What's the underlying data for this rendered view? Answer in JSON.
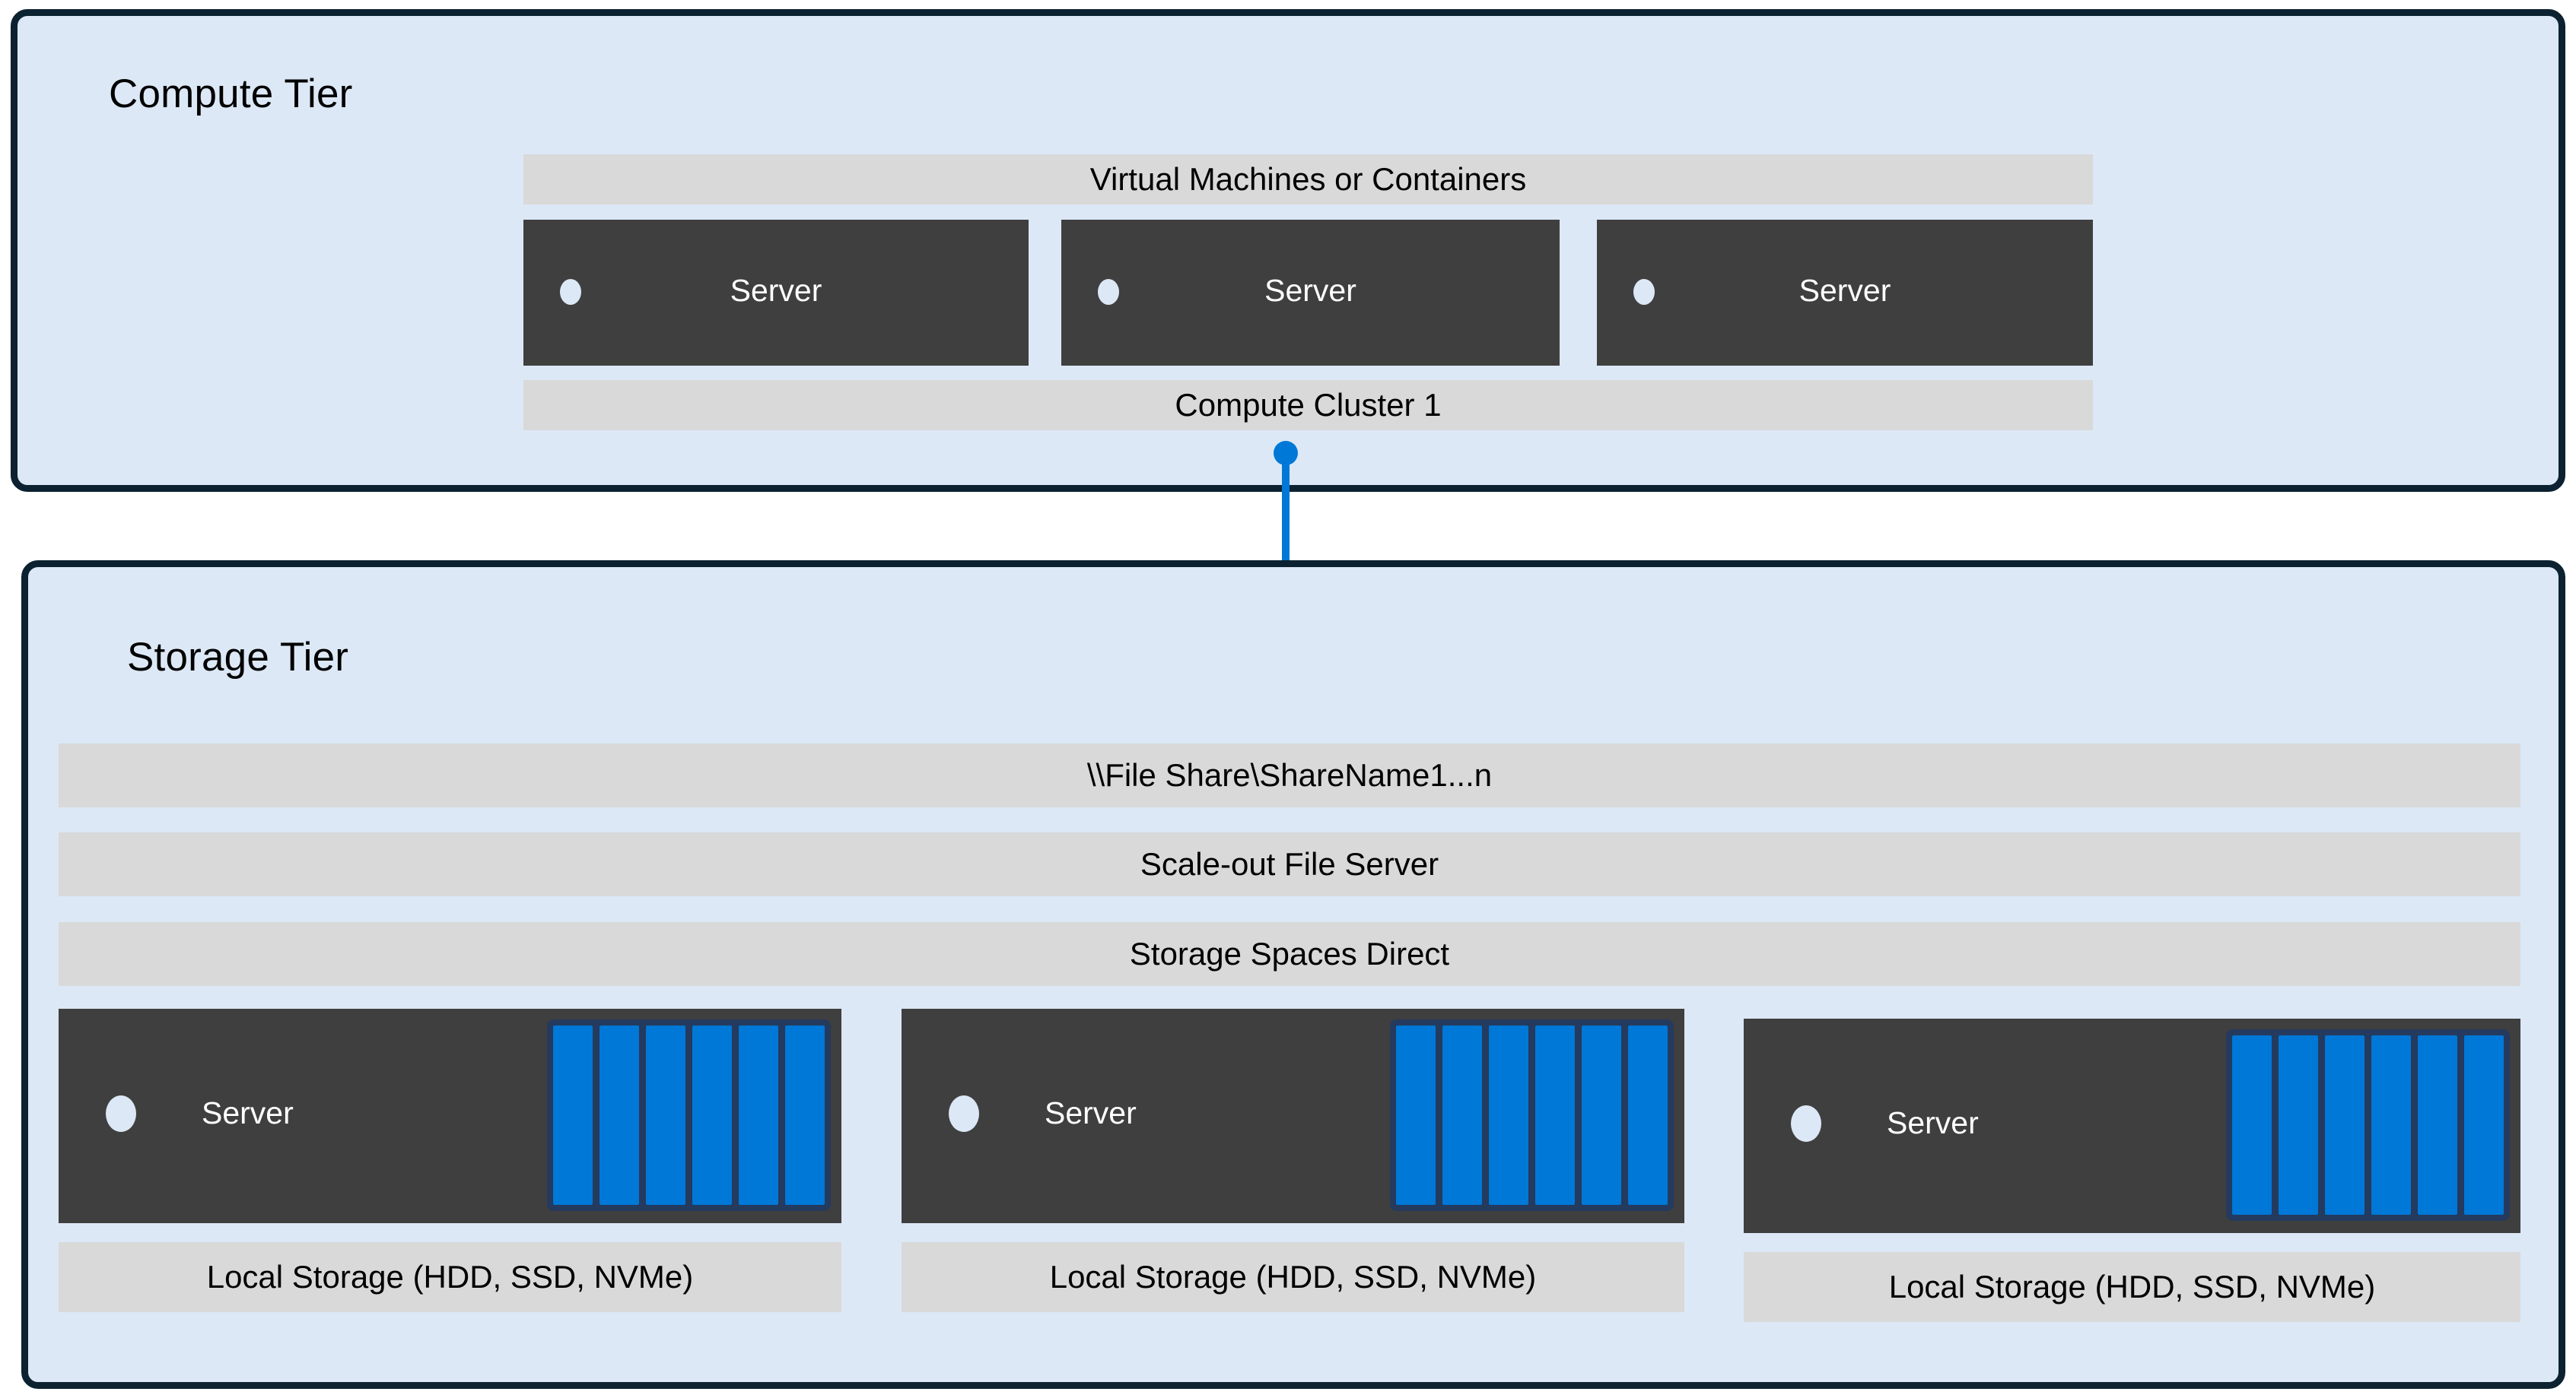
{
  "theme": {
    "tier_background": "#dce8f6",
    "tier_border": "#0c2231",
    "band_background": "#d9d9d9",
    "server_background": "#3f3f3f",
    "accent_blue": "#0078d7",
    "disk_frame_navy": "#243a5e",
    "led_color": "#dce8f6",
    "text_dark": "#000000",
    "text_light": "#ffffff"
  },
  "compute_tier": {
    "title": "Compute Tier",
    "vm_band_label": "Virtual Machines or Containers",
    "cluster_band_label": "Compute Cluster 1",
    "servers": [
      {
        "label": "Server"
      },
      {
        "label": "Server"
      },
      {
        "label": "Server"
      }
    ]
  },
  "connector": {
    "icon": "link-line",
    "endpoint_top": "circle-endpoint",
    "endpoint_bottom": "circle-endpoint"
  },
  "folder": {
    "icon": "folder-icon"
  },
  "storage_tier": {
    "title": "Storage Tier",
    "bands": [
      {
        "label": "\\\\File Share\\ShareName1...n"
      },
      {
        "label": "Scale-out File Server"
      },
      {
        "label": "Storage Spaces Direct"
      }
    ],
    "nodes": [
      {
        "server_label": "Server",
        "disk_count": 6,
        "local_storage_label": "Local Storage (HDD, SSD, NVMe)"
      },
      {
        "server_label": "Server",
        "disk_count": 6,
        "local_storage_label": "Local Storage (HDD, SSD, NVMe)"
      },
      {
        "server_label": "Server",
        "disk_count": 6,
        "local_storage_label": "Local Storage (HDD, SSD, NVMe)"
      }
    ]
  }
}
